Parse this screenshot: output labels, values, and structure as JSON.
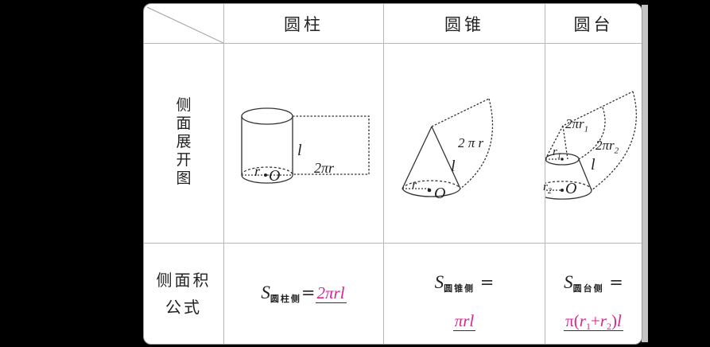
{
  "table": {
    "header": {
      "corner": "",
      "columns": [
        "圆柱",
        "圆锥",
        "圆台"
      ]
    },
    "rows": [
      {
        "label": [
          "侧",
          "面",
          "展",
          "开",
          "图"
        ],
        "diagrams": {
          "cylinder": {
            "r": "r",
            "o": "O",
            "l": "l",
            "arc": "2πr"
          },
          "cone": {
            "r": "r",
            "o": "O",
            "l": "l",
            "arc": "2 π r"
          },
          "frustum": {
            "r1": "r",
            "r1_sub": "1",
            "r2": "r",
            "r2_sub": "2",
            "o": "O",
            "l": "l",
            "arc1": "2πr",
            "arc1_sub": "1",
            "arc2": "2πr",
            "arc2_sub": "2"
          }
        }
      },
      {
        "label_line1": "侧面积",
        "label_line2": "公式",
        "formulas": {
          "cylinder": {
            "S": "S",
            "sub": "圆柱侧",
            "eq": "=",
            "answer": "2πrl"
          },
          "cone": {
            "S": "S",
            "sub": "圆锥侧",
            "eq": "=",
            "answer": "πrl"
          },
          "frustum": {
            "S": "S",
            "sub": "圆台侧",
            "eq": "=",
            "pi": "π",
            "open": "(",
            "r1": "r",
            "r1_sub": "1",
            "plus": "+",
            "r2": "r",
            "r2_sub": "2",
            "close": ")",
            "l": "l"
          }
        }
      }
    ]
  },
  "colors": {
    "answer": "#d6268e",
    "border": "#9a9a9a",
    "grid": "#b8b8b8",
    "background": "#000000"
  }
}
